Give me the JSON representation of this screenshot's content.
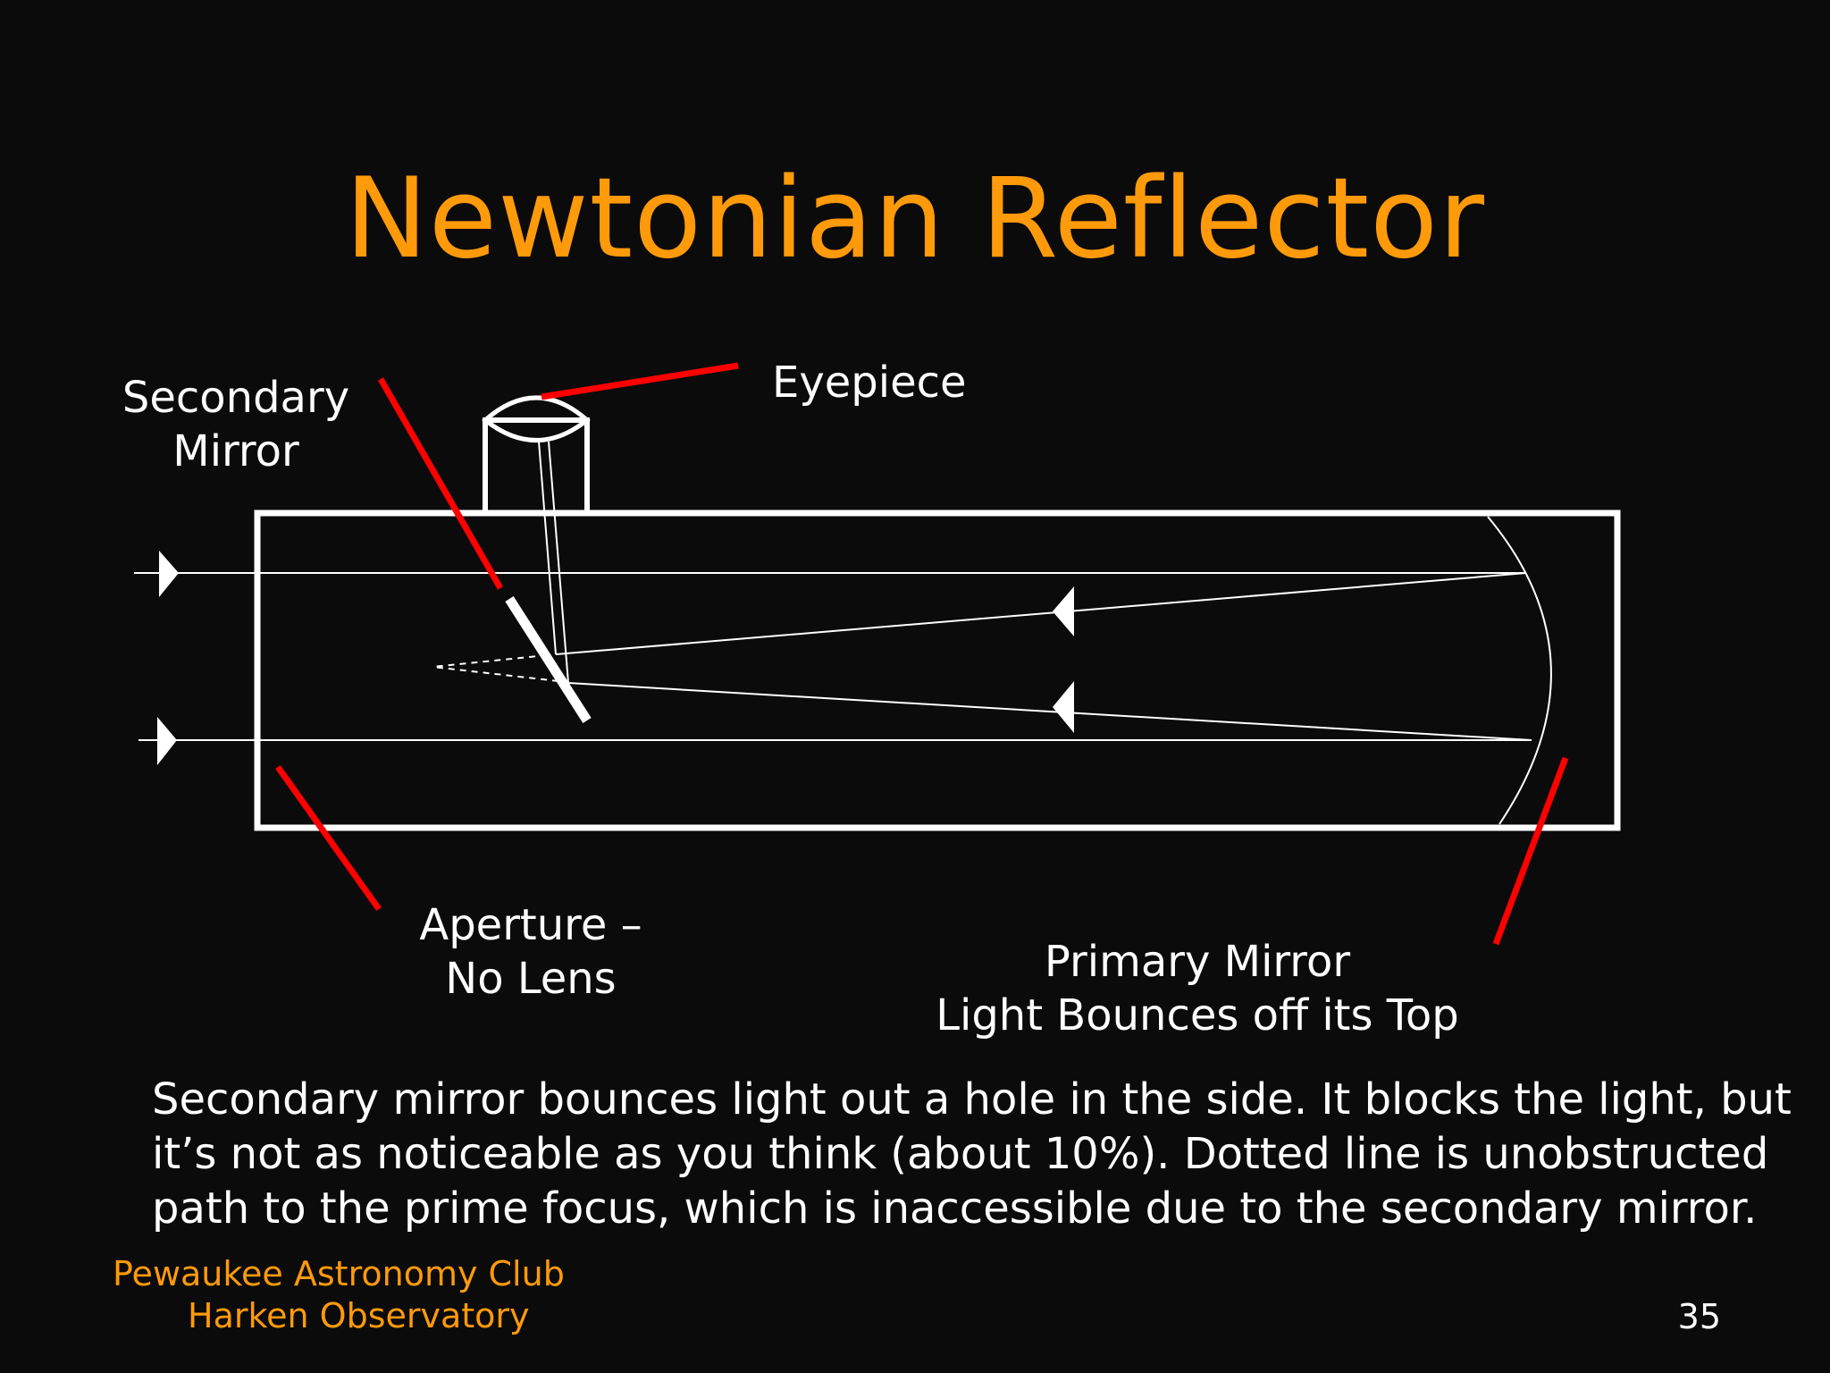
{
  "slide": {
    "title": "Newtonian Reflector",
    "page_number": "35",
    "colors": {
      "background": "#0b0b0b",
      "title": "#ff9a0a",
      "text": "#ffffff",
      "pointer": "#ff0000"
    }
  },
  "labels": {
    "secondary_mirror": [
      "Secondary",
      "Mirror"
    ],
    "eyepiece": "Eyepiece",
    "aperture": [
      "Aperture –",
      "No Lens"
    ],
    "primary_mirror": [
      "Primary Mirror",
      "Light Bounces off its Top"
    ]
  },
  "caption": [
    "Secondary mirror bounces light out a hole in the side.  It blocks the light, but",
    "it’s not as noticeable as you think (about 10%).  Dotted line is unobstructed",
    "path to the prime focus, which is inaccessible due to the secondary mirror."
  ],
  "footer": {
    "line1": "Pewaukee Astronomy Club",
    "line2": "Harken Observatory"
  }
}
